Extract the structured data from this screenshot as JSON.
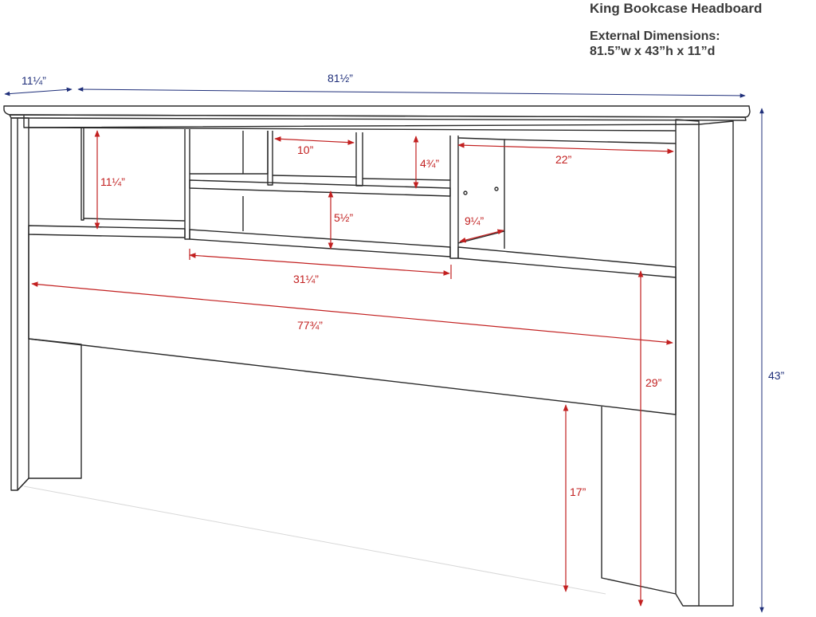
{
  "title": "King Bookcase Headboard",
  "external_label": "External Dimensions:",
  "external_values": "81.5”w x 43”h x 11”d",
  "colors": {
    "outline": "#2a2a2a",
    "blue_dim": "#1f2f7a",
    "red_dim": "#c22020",
    "text_gray": "#3a3a3a"
  },
  "dimensions": {
    "overall_depth": "11¼”",
    "overall_width": "81½”",
    "overall_height": "43”",
    "left_cubby_height": "11¼”",
    "top_cubby_width": "10”",
    "top_cubby_height": "4¾”",
    "right_cubby_width": "22”",
    "center_cubby_height": "5½”",
    "divider_depth": "9¼”",
    "center_section_width": "31¼”",
    "inner_width": "77¾”",
    "lower_height": "29”",
    "leg_height": "17”"
  }
}
